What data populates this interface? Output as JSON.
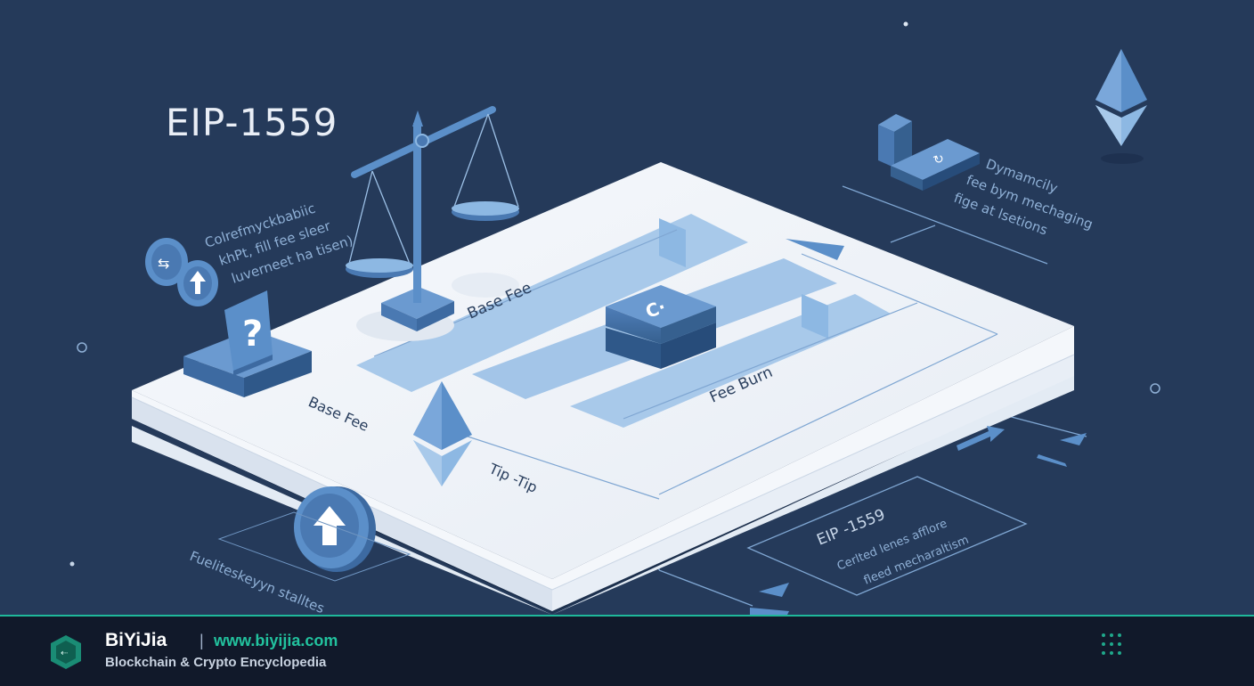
{
  "title": "EIP-1559",
  "labels": {
    "base_fee_top": "Base Fee",
    "base_fee_left": "Base Fee",
    "fee_burn": "Fee Burn",
    "tip": "Tip -Tip",
    "left_note": [
      "Colrefmyckbabiic",
      "khPt, fill fee sleer",
      "luverneet ha tisen)"
    ],
    "right_note": [
      "Dymamcily",
      "fee bym mechaging",
      "fige at lsetions"
    ],
    "bottom_note": "Fueliteskeyyn stalltes",
    "box_note_title": "EIP -1559",
    "box_note_text": [
      "Cerlted lenes afflore",
      "fleed mecharaltism"
    ],
    "question_mark": "?",
    "block_glyph": "C·"
  },
  "footer": {
    "brand": "BiYiJia",
    "separator": "|",
    "url": "www.biyijia.com",
    "tagline": "Blockchain & Crypto Encyclopedia"
  },
  "icons": {
    "scale": "balance-scale-icon",
    "ethereum": "ethereum-icon",
    "question": "question-block-icon",
    "arrow_up": "arrow-up-icon",
    "logo": "hexagon-logo-icon",
    "grid": "dots-grid-icon"
  },
  "colors": {
    "background": "#253a5a",
    "platform_top": "#f4f7fb",
    "accent_blue": "#5b8fc9",
    "light_blue": "#8db8e3",
    "footer_bg": "#11192a",
    "footer_accent": "#22c29e"
  }
}
